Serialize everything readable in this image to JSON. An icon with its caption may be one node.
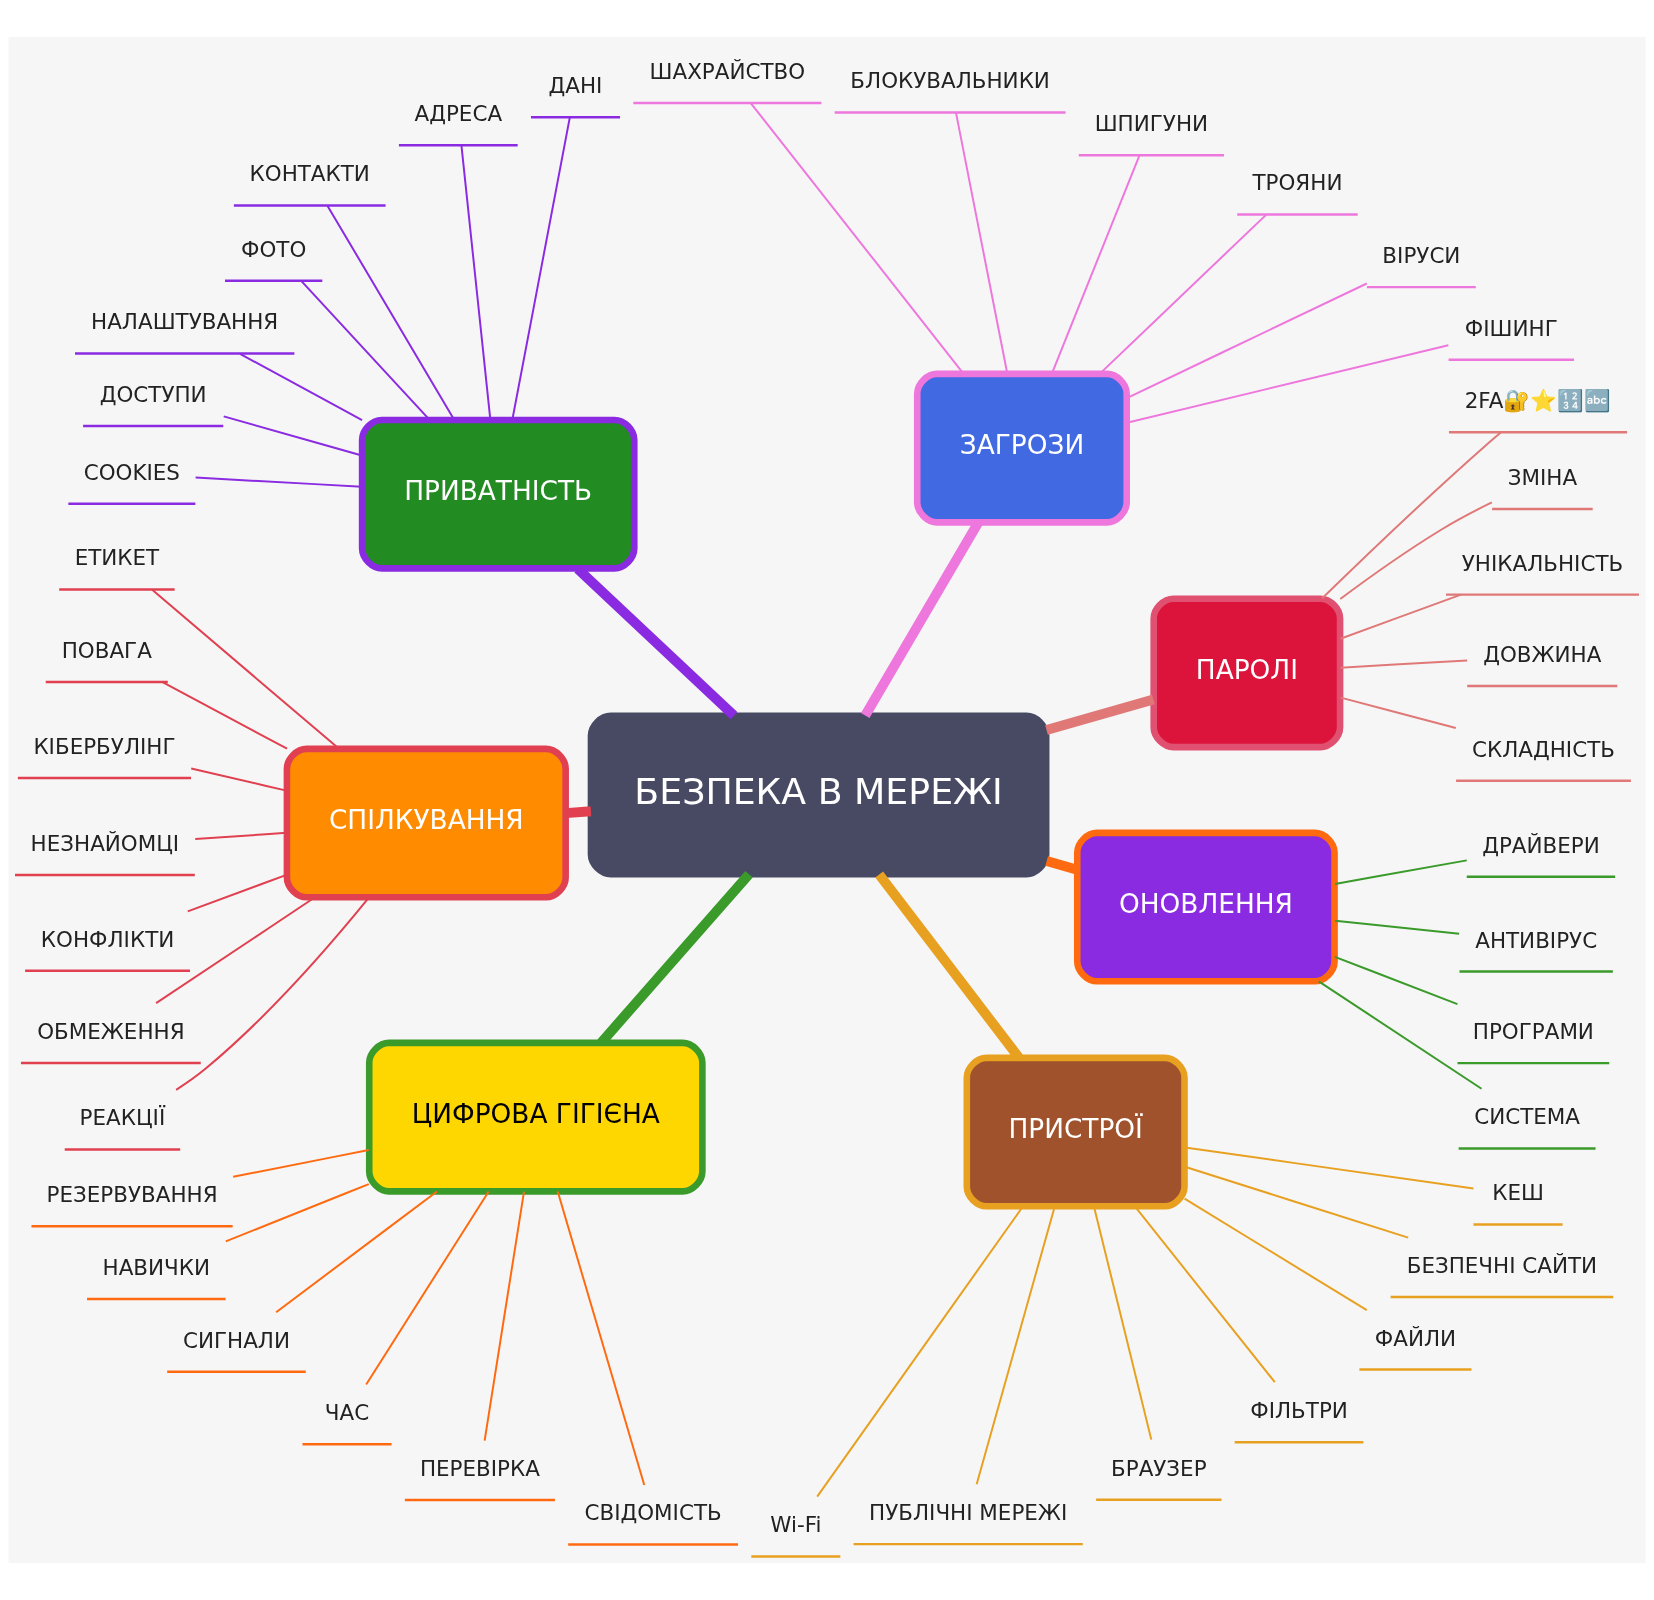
{
  "diagram": {
    "nodes": [
      {
        "text": [
          "БЕЗПЕКА В МЕРЕЖІ"
        ]
      },
      {
        "text": [
          "ПАРОЛІ"
        ]
      },
      {
        "text": [
          "СКЛАДНІСТЬ"
        ]
      },
      {
        "text": [
          "ДОВЖИНА"
        ]
      },
      {
        "text": [
          "УНІКАЛЬНІСТЬ"
        ]
      },
      {
        "text": [
          "ЗМІНА"
        ]
      },
      {
        "text": [
          "2FA🔐⭐🔢🔤"
        ]
      },
      {
        "text": [
          "ЗАГРОЗИ"
        ]
      },
      {
        "text": [
          "ФІШИНГ"
        ]
      },
      {
        "text": [
          "ВІРУСИ"
        ]
      },
      {
        "text": [
          "ТРОЯНИ"
        ]
      },
      {
        "text": [
          "ШПИГУНИ"
        ]
      },
      {
        "text": [
          "БЛОКУВАЛЬНИКИ"
        ]
      },
      {
        "text": [
          "ШАХРАЙСТВО"
        ]
      },
      {
        "text": [
          "ПРИВАТНІСТЬ"
        ]
      },
      {
        "text": [
          "ДАНІ"
        ]
      },
      {
        "text": [
          "АДРЕСА"
        ]
      },
      {
        "text": [
          "КОНТАКТИ"
        ]
      },
      {
        "text": [
          "ФОТО"
        ]
      },
      {
        "text": [
          "НАЛАШТУВАННЯ"
        ]
      },
      {
        "text": [
          "ДОСТУПИ"
        ]
      },
      {
        "text": [
          "COOKIES"
        ]
      },
      {
        "text": [
          "СПІЛКУВАННЯ"
        ]
      },
      {
        "text": [
          "ЕТИКЕТ"
        ]
      },
      {
        "text": [
          "ПОВАГА"
        ]
      },
      {
        "text": [
          "КІБЕРБУЛІНГ"
        ]
      },
      {
        "text": [
          "НЕЗНАЙОМЦІ"
        ]
      },
      {
        "text": [
          "КОНФЛІКТИ"
        ]
      },
      {
        "text": [
          "ОБМЕЖЕННЯ"
        ]
      },
      {
        "text": [
          "РЕАКЦІЇ"
        ]
      },
      {
        "text": [
          "ЦИФРОВА ГІГІЄНА"
        ]
      },
      {
        "text": [
          "РЕЗЕРВУВАННЯ"
        ]
      },
      {
        "text": [
          "НАВИЧКИ"
        ]
      },
      {
        "text": [
          "СИГНАЛИ"
        ]
      },
      {
        "text": [
          "ЧАС"
        ]
      },
      {
        "text": [
          "ПЕРЕВІРКА"
        ]
      },
      {
        "text": [
          "СВІДОМІСТЬ"
        ]
      },
      {
        "text": [
          "ПРИСТРОЇ"
        ]
      },
      {
        "text": [
          "Wi-Fi"
        ]
      },
      {
        "text": [
          "ПУБЛІЧНІ МЕРЕЖІ"
        ]
      },
      {
        "text": [
          "БРАУЗЕР"
        ]
      },
      {
        "text": [
          "ФІЛЬТРИ"
        ]
      },
      {
        "text": [
          "ФАЙЛИ"
        ]
      },
      {
        "text": [
          "БЕЗПЕЧНІ САЙТИ"
        ]
      },
      {
        "text": [
          "КЕШ"
        ]
      },
      {
        "text": [
          "ОНОВЛЕННЯ"
        ]
      },
      {
        "text": [
          "СИСТЕМА"
        ]
      },
      {
        "text": [
          "ПРОГРАМИ"
        ]
      },
      {
        "text": [
          "АНТИВІРУС"
        ]
      },
      {
        "text": [
          "ДРАЙВЕРИ"
        ]
      }
    ],
    "edges": [
      {
        "from": 0,
        "to": 1,
        "arrow": "none",
        "color": "#e07878",
        "style": "thick"
      },
      {
        "from": 1,
        "to": 2,
        "arrow": "none",
        "color": "#e07878"
      },
      {
        "from": 1,
        "to": 3,
        "arrow": "none",
        "color": "#e07878"
      },
      {
        "from": 1,
        "to": 4,
        "arrow": "none",
        "color": "#e07878"
      },
      {
        "from": 1,
        "to": 5,
        "arrow": "none",
        "color": "#e07878"
      },
      {
        "from": 1,
        "to": 6,
        "arrow": "none",
        "color": "#e07878"
      },
      {
        "from": 0,
        "to": 7,
        "arrow": "none",
        "color": "#ee77dd",
        "style": "thick"
      },
      {
        "from": 7,
        "to": 8,
        "arrow": "none",
        "color": "#ee77dd"
      },
      {
        "from": 7,
        "to": 9,
        "arrow": "none",
        "color": "#ee77dd"
      },
      {
        "from": 7,
        "to": 10,
        "arrow": "none",
        "color": "#ee77dd"
      },
      {
        "from": 7,
        "to": 11,
        "arrow": "none",
        "color": "#ee77dd"
      },
      {
        "from": 7,
        "to": 12,
        "arrow": "none",
        "color": "#ee77dd"
      },
      {
        "from": 7,
        "to": 13,
        "arrow": "none",
        "color": "#ee77dd"
      },
      {
        "from": 0,
        "to": 14,
        "arrow": "none",
        "color": "#8a2be2",
        "style": "thick"
      },
      {
        "from": 14,
        "to": 15,
        "arrow": "none",
        "color": "#8a2be2"
      },
      {
        "from": 14,
        "to": 16,
        "arrow": "none",
        "color": "#8a2be2"
      },
      {
        "from": 14,
        "to": 17,
        "arrow": "none",
        "color": "#8a2be2"
      },
      {
        "from": 14,
        "to": 18,
        "arrow": "none",
        "color": "#8a2be2"
      },
      {
        "from": 14,
        "to": 19,
        "arrow": "none",
        "color": "#8a2be2"
      },
      {
        "from": 14,
        "to": 20,
        "arrow": "none",
        "color": "#8a2be2"
      },
      {
        "from": 14,
        "to": 21,
        "arrow": "none",
        "color": "#8a2be2"
      },
      {
        "from": 0,
        "to": 22,
        "arrow": "none",
        "color": "#e04050",
        "style": "thick"
      },
      {
        "from": 22,
        "to": 23,
        "arrow": "none",
        "color": "#e04050"
      },
      {
        "from": 22,
        "to": 24,
        "arrow": "none",
        "color": "#e04050"
      },
      {
        "from": 22,
        "to": 25,
        "arrow": "none",
        "color": "#e04050"
      },
      {
        "from": 22,
        "to": 26,
        "arrow": "none",
        "color": "#e04050"
      },
      {
        "from": 22,
        "to": 27,
        "arrow": "none",
        "color": "#e04050"
      },
      {
        "from": 22,
        "to": 28,
        "arrow": "none",
        "color": "#e04050"
      },
      {
        "from": 22,
        "to": 29,
        "arrow": "none",
        "color": "#e04050"
      },
      {
        "from": 0,
        "to": 30,
        "arrow": "none",
        "color": "#3a9a2a",
        "style": "thick"
      },
      {
        "from": 30,
        "to": 31,
        "arrow": "none",
        "color": "#ff6a10"
      },
      {
        "from": 30,
        "to": 32,
        "arrow": "none",
        "color": "#ff6a10"
      },
      {
        "from": 30,
        "to": 33,
        "arrow": "none",
        "color": "#ff6a10"
      },
      {
        "from": 30,
        "to": 34,
        "arrow": "none",
        "color": "#ff6a10"
      },
      {
        "from": 30,
        "to": 35,
        "arrow": "none",
        "color": "#ff6a10"
      },
      {
        "from": 30,
        "to": 36,
        "arrow": "none",
        "color": "#ff6a10"
      },
      {
        "from": 0,
        "to": 37,
        "arrow": "none",
        "color": "#e8a020",
        "style": "thick"
      },
      {
        "from": 37,
        "to": 38,
        "arrow": "none",
        "color": "#e8a020"
      },
      {
        "from": 37,
        "to": 39,
        "arrow": "none",
        "color": "#e8a020"
      },
      {
        "from": 37,
        "to": 40,
        "arrow": "none",
        "color": "#e8a020"
      },
      {
        "from": 37,
        "to": 41,
        "arrow": "none",
        "color": "#e8a020"
      },
      {
        "from": 37,
        "to": 42,
        "arrow": "none",
        "color": "#e8a020"
      },
      {
        "from": 37,
        "to": 43,
        "arrow": "none",
        "color": "#e8a020"
      },
      {
        "from": 37,
        "to": 44,
        "arrow": "none",
        "color": "#e8a020"
      },
      {
        "from": 0,
        "to": 45,
        "arrow": "none",
        "color": "#ff6a10",
        "style": "thick"
      },
      {
        "from": 45,
        "to": 46,
        "arrow": "none",
        "color": "#3a9a2a"
      },
      {
        "from": 45,
        "to": 47,
        "arrow": "none",
        "color": "#3a9a2a"
      },
      {
        "from": 45,
        "to": 48,
        "arrow": "none",
        "color": "#3a9a2a"
      },
      {
        "from": 45,
        "to": 49,
        "arrow": "none",
        "color": "#3a9a2a"
      }
    ]
  }
}
